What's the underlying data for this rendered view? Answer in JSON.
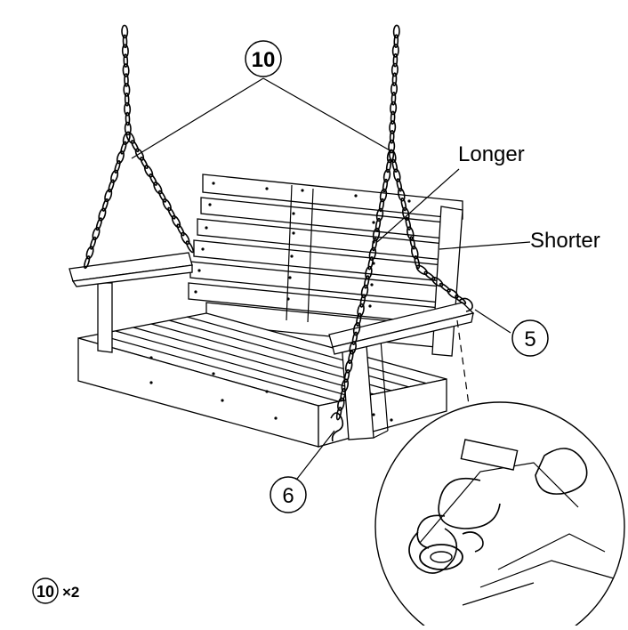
{
  "callouts": {
    "top_chain": "10",
    "right_hook": "5",
    "bottom_hook": "6"
  },
  "labels": {
    "longer": "Longer",
    "shorter": "Shorter"
  },
  "legend": {
    "part_number": "10",
    "quantity": "×2"
  }
}
